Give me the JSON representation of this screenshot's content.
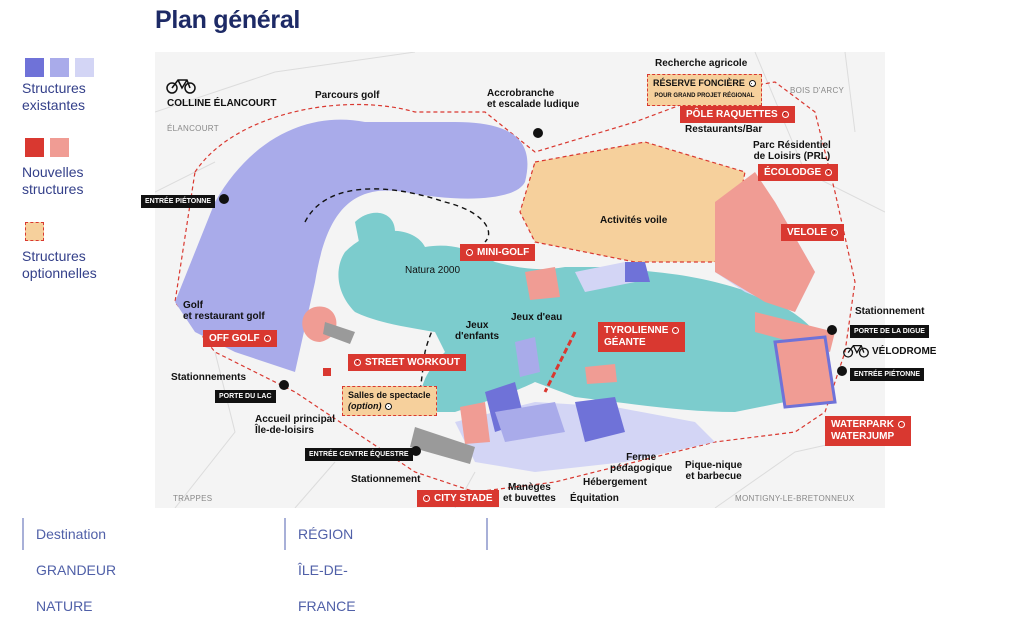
{
  "title": "Plan général",
  "legend": {
    "existing_label": "Structures existantes",
    "new_label": "Nouvelles structures",
    "optional_label": "Structures optionnelles",
    "colors": {
      "existing": [
        "#6f72d8",
        "#a9abea",
        "#d3d5f5"
      ],
      "new": [
        "#d93830",
        "#f09c94"
      ],
      "optional": "#f6d09c"
    }
  },
  "map": {
    "places": {
      "colline": "COLLINE ÉLANCOURT",
      "elancourt": "ÉLANCOURT",
      "bois_arcy": "BOIS D'ARCY",
      "trappes": "TRAPPES",
      "montigny": "MONTIGNY-LE-BRETONNEUX",
      "velodrome": "VÉLODROME"
    },
    "labels": {
      "parcours_golf": "Parcours golf",
      "accrobranche_1": "Accrobranche",
      "accrobranche_2": "et escalade ludique",
      "recherche": "Recherche agricole",
      "restaurants": "Restaurants/Bar",
      "prl_1": "Parc Résidentiel",
      "prl_2": "de Loisirs (PRL)",
      "activites_voile": "Activités voile",
      "natura": "Natura 2000",
      "golf_resto_1": "Golf",
      "golf_resto_2": "et restaurant golf",
      "stationnement_right": "Stationnement",
      "stationnements_left": "Stationnements",
      "jeux_enfants_1": "Jeux",
      "jeux_enfants_2": "d'enfants",
      "jeux_eau": "Jeux d'eau",
      "accueil_1": "Accueil principal",
      "accueil_2": "Île-de-loisirs",
      "stationnement_bottom": "Stationnement",
      "maneges_1": "Manèges",
      "maneges_2": "et buvettes",
      "equitation": "Équitation",
      "hebergement": "Hébergement",
      "ferme_1": "Ferme",
      "ferme_2": "pédagogique",
      "piquenique_1": "Pique-nique",
      "piquenique_2": "et barbecue"
    },
    "red_tags": {
      "pole": "PÔLE RAQUETTES",
      "ecolodge": "ÉCOLODGE",
      "velole": "VELOLE",
      "minigolf": "MINI-GOLF",
      "offgolf": "OFF GOLF",
      "tyro_1": "TYROLIENNE",
      "tyro_2": "GÉANTE",
      "street": "STREET WORKOUT",
      "waterpark_1": "WATERPARK",
      "waterpark_2": "WATERJUMP",
      "city": "CITY STADE"
    },
    "optional_tags": {
      "reserve_1": "RÉSERVE FONCIÈRE",
      "reserve_2": "POUR GRAND PROJET RÉGIONAL",
      "salles_1": "Salles de spectacle",
      "salles_2": "(option)"
    },
    "entrances": {
      "pietonne_left": "ENTRÉE PIÉTONNE",
      "porte_lac": "PORTE DU LAC",
      "centre_equestre": "ENTRÉE CENTRE ÉQUESTRE",
      "porte_digue": "PORTE DE LA DIGUE",
      "pietonne_right": "ENTRÉE PIÉTONNE"
    }
  },
  "footer": {
    "destination": "Destination GRANDEUR NATURE",
    "region": "RÉGION ÎLE-DE-FRANCE"
  }
}
